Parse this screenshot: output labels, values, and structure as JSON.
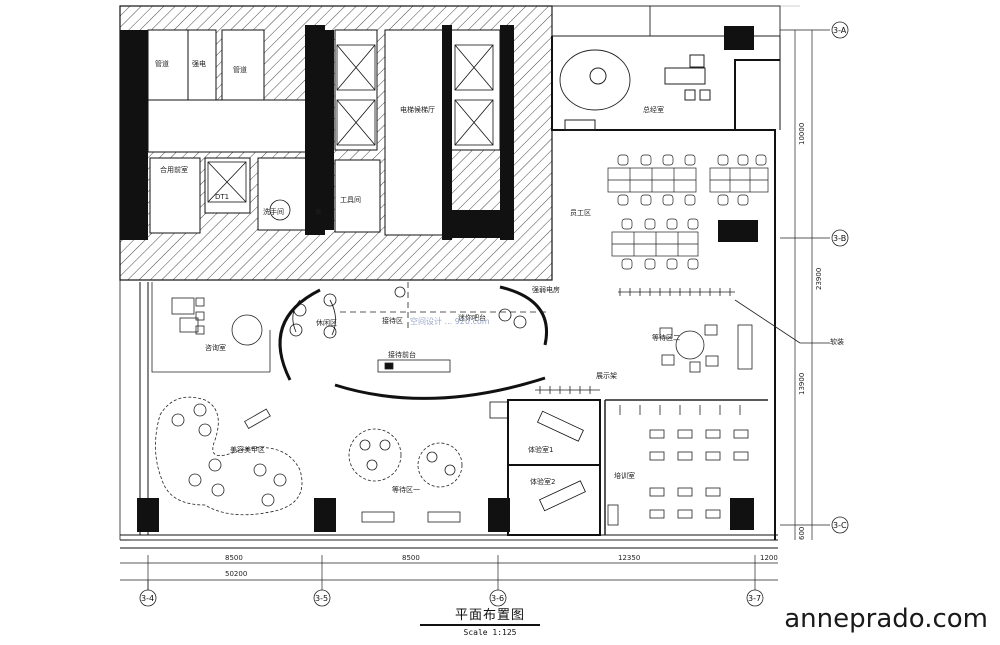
{
  "drawing": {
    "title": "平面布置图",
    "scale": "Scale 1:125",
    "watermark": "anneprado.com",
    "overlay_text": "空间设计  ... 920.com"
  },
  "rooms": {
    "manager": "总经室",
    "staff": "员工区",
    "wait2": "等待区二",
    "softpack": "软装",
    "rest": "休闲区",
    "reception": "接待区",
    "minibar": "迷你吧台",
    "elec": "强弱电房",
    "consult": "咨询室",
    "front_desk": "接待前台",
    "display": "展示架",
    "beauty": "美容美甲区",
    "wait1": "等待区一",
    "exp1": "体验室1",
    "exp2": "体验室2",
    "training": "培训室",
    "core_pipe": "管道",
    "core_elec": "强电",
    "core_water": "管道",
    "core_lobby": "电梯候梯厅",
    "core_stairs": "合用前室",
    "core_tools": "工具间",
    "core_wc": "洗手间",
    "core_small": "水",
    "core_dt": "DT1"
  },
  "dimensions": {
    "d1": "8500",
    "d2": "8500",
    "d3": "12350",
    "d4": "1200",
    "total": "50200",
    "v1": "10000",
    "v2": "23900",
    "v3": "13900",
    "v4": "600"
  },
  "axes": {
    "bottom": [
      "3-4",
      "3-5",
      "3-6",
      "3-7"
    ],
    "right": [
      "3-A",
      "3-B",
      "3-C"
    ]
  }
}
